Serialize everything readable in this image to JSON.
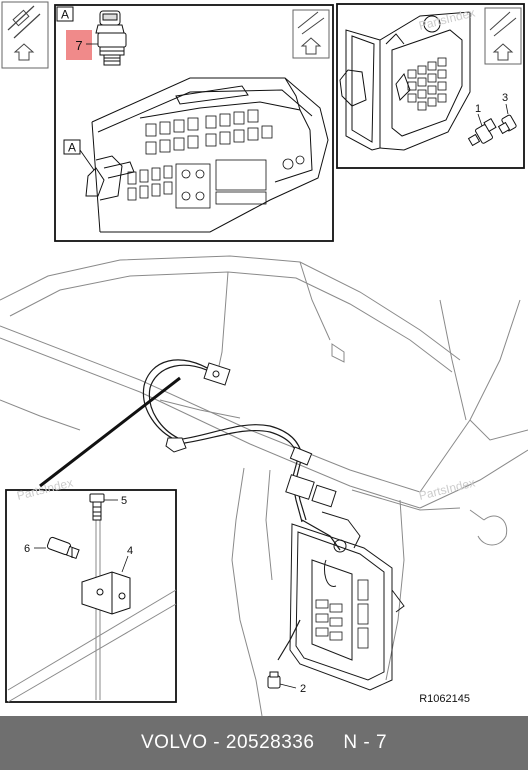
{
  "callouts": {
    "view_label": "A",
    "view_label_main": "A",
    "p1": "1",
    "p2": "2",
    "p3": "3",
    "p4": "4",
    "p5": "5",
    "p6": "6",
    "p7": "7"
  },
  "reference_code": "R1062145",
  "watermark": "PartsIndex",
  "footer": {
    "brand": "VOLVO",
    "separator": " - ",
    "part_number": "20528336",
    "group": "N - 7"
  },
  "colors": {
    "footer_bg": "#6f6f6f",
    "highlight": "#f08a8a",
    "line": "#1a1a1a",
    "gray_line": "#9a9a9a"
  }
}
